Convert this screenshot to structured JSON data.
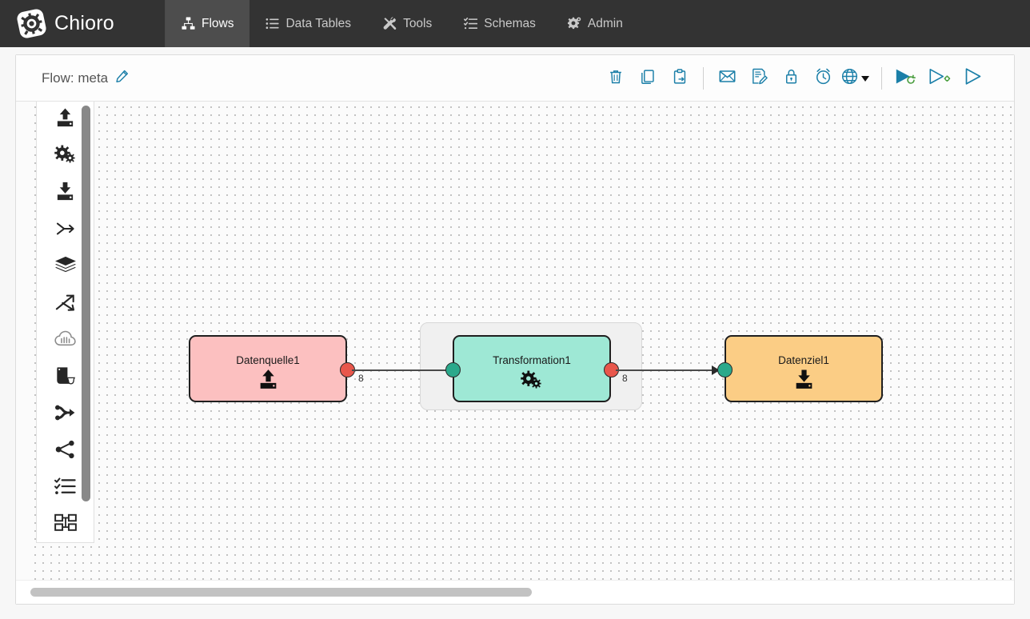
{
  "brand": {
    "name": "Chioro",
    "logo_icon": "gear-rounded-square-icon"
  },
  "nav": {
    "items": [
      {
        "label": "Flows",
        "icon": "sitemap-icon",
        "active": true
      },
      {
        "label": "Data Tables",
        "icon": "list-icon",
        "active": false
      },
      {
        "label": "Tools",
        "icon": "tools-icon",
        "active": false
      },
      {
        "label": "Schemas",
        "icon": "checklist-icon",
        "active": false
      },
      {
        "label": "Admin",
        "icon": "gear-icon",
        "active": false
      }
    ]
  },
  "panel": {
    "title": "Flow: meta",
    "edit_icon": "pencil-icon",
    "toolbar": {
      "groups": [
        [
          {
            "name": "delete-button",
            "icon": "trash-icon"
          },
          {
            "name": "copy-button",
            "icon": "copy-icon"
          },
          {
            "name": "paste-button",
            "icon": "clipboard-export-icon"
          }
        ],
        [
          {
            "name": "mail-button",
            "icon": "envelope-icon"
          },
          {
            "name": "notes-button",
            "icon": "document-edit-icon"
          },
          {
            "name": "lock-button",
            "icon": "lock-icon"
          },
          {
            "name": "schedule-button",
            "icon": "alarm-clock-icon"
          },
          {
            "name": "globe-button",
            "icon": "globe-icon"
          }
        ]
      ],
      "run_buttons": [
        {
          "name": "run-button",
          "icon": "play-filled-refresh-icon"
        },
        {
          "name": "run-debug-button",
          "icon": "play-outline-target-icon"
        },
        {
          "name": "run-plain-button",
          "icon": "play-outline-icon"
        }
      ]
    }
  },
  "palette": {
    "items": [
      {
        "name": "data-source-tool",
        "icon": "upload-icon"
      },
      {
        "name": "transformation-tool",
        "icon": "gears-icon"
      },
      {
        "name": "data-target-tool",
        "icon": "download-icon"
      },
      {
        "name": "merge-tool",
        "icon": "merge-arrow-icon"
      },
      {
        "name": "layers-tool",
        "icon": "layers-icon"
      },
      {
        "name": "split-tool",
        "icon": "split-arrows-icon"
      },
      {
        "name": "cloud-tool",
        "icon": "cloud-icon"
      },
      {
        "name": "script-tool",
        "icon": "scroll-icon"
      },
      {
        "name": "funnel-tool",
        "icon": "funnel-arrow-icon"
      },
      {
        "name": "share-tool",
        "icon": "share-node-icon"
      },
      {
        "name": "checklist-tool",
        "icon": "checklist-icon"
      },
      {
        "name": "module-tool",
        "icon": "modules-icon"
      }
    ]
  },
  "flow": {
    "nodes": [
      {
        "id": "datenquelle1",
        "label": "Datenquelle1",
        "icon": "upload-icon",
        "color": "#fcc0c0",
        "selected": false
      },
      {
        "id": "transformation1",
        "label": "Transformation1",
        "icon": "gears-icon",
        "color": "#9ee8d5",
        "selected": true
      },
      {
        "id": "datenziel1",
        "label": "Datenziel1",
        "icon": "download-icon",
        "color": "#fbcd85",
        "selected": false
      }
    ],
    "edges": [
      {
        "from": "datenquelle1",
        "to": "transformation1",
        "label": "8"
      },
      {
        "from": "transformation1",
        "to": "datenziel1",
        "label": "8"
      }
    ],
    "port_colors": {
      "output": "#e8564b",
      "input": "#2aa98b"
    }
  },
  "colors": {
    "nav_bg": "#333333",
    "nav_active_bg": "#4d4d4d",
    "accent": "#1b7fa8",
    "canvas_bg": "#fbfbfb"
  }
}
